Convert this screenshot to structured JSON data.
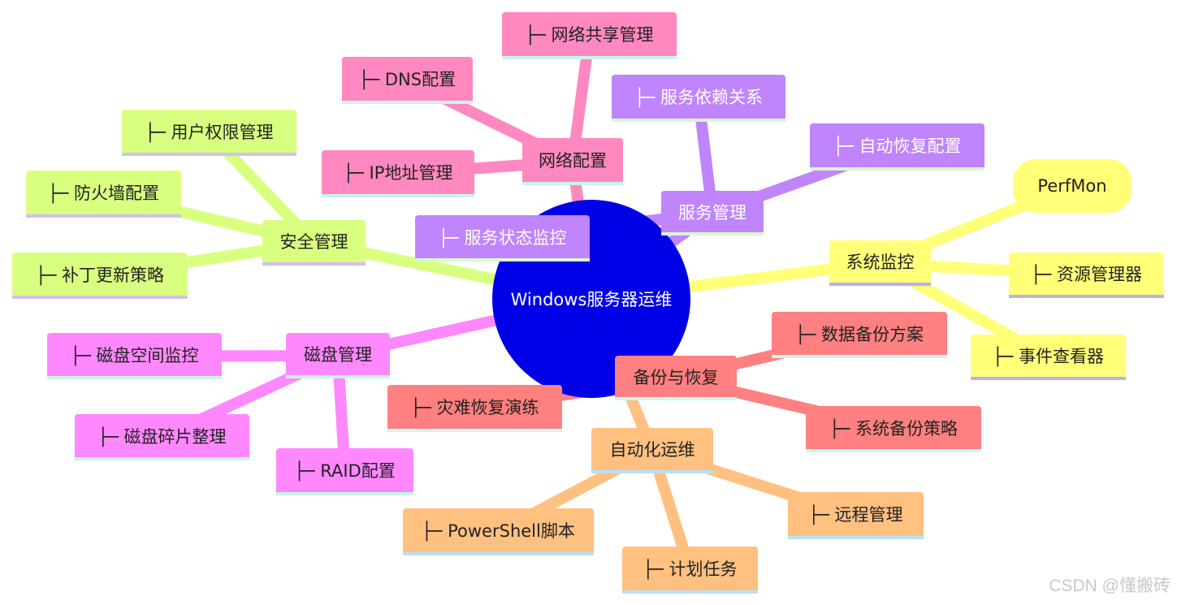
{
  "root": {
    "label": "Windows服务器运维",
    "color": "#0000e6"
  },
  "child_prefix": "├─ ",
  "branches": [
    {
      "id": "network",
      "label": "网络配置",
      "color": "#ff88c0",
      "text_color": "#222",
      "children": [
        "网络共享管理",
        "DNS配置",
        "IP地址管理"
      ]
    },
    {
      "id": "service",
      "label": "服务管理",
      "color": "#c084fc",
      "text_color": "#fff",
      "children": [
        "服务依赖关系",
        "自动恢复配置",
        "服务状态监控"
      ]
    },
    {
      "id": "monitor",
      "label": "系统监控",
      "color": "#ffff78",
      "text_color": "#222",
      "children": [
        "PerfMon",
        "资源管理器",
        "事件查看器"
      ]
    },
    {
      "id": "backup",
      "label": "备份与恢复",
      "color": "#ff8080",
      "text_color": "#222",
      "children": [
        "数据备份方案",
        "系统备份策略",
        "灾难恢复演练"
      ]
    },
    {
      "id": "automation",
      "label": "自动化运维",
      "color": "#ffc080",
      "text_color": "#222",
      "children": [
        "PowerShell脚本",
        "计划任务",
        "远程管理"
      ]
    },
    {
      "id": "disk",
      "label": "磁盘管理",
      "color": "#ff88ff",
      "text_color": "#222",
      "children": [
        "磁盘空间监控",
        "磁盘碎片整理",
        "RAID配置"
      ]
    },
    {
      "id": "security",
      "label": "安全管理",
      "color": "#d9ff80",
      "text_color": "#222",
      "children": [
        "用户权限管理",
        "防火墙配置",
        "补丁更新策略"
      ]
    }
  ],
  "watermark": "CSDN @懂搬砖"
}
